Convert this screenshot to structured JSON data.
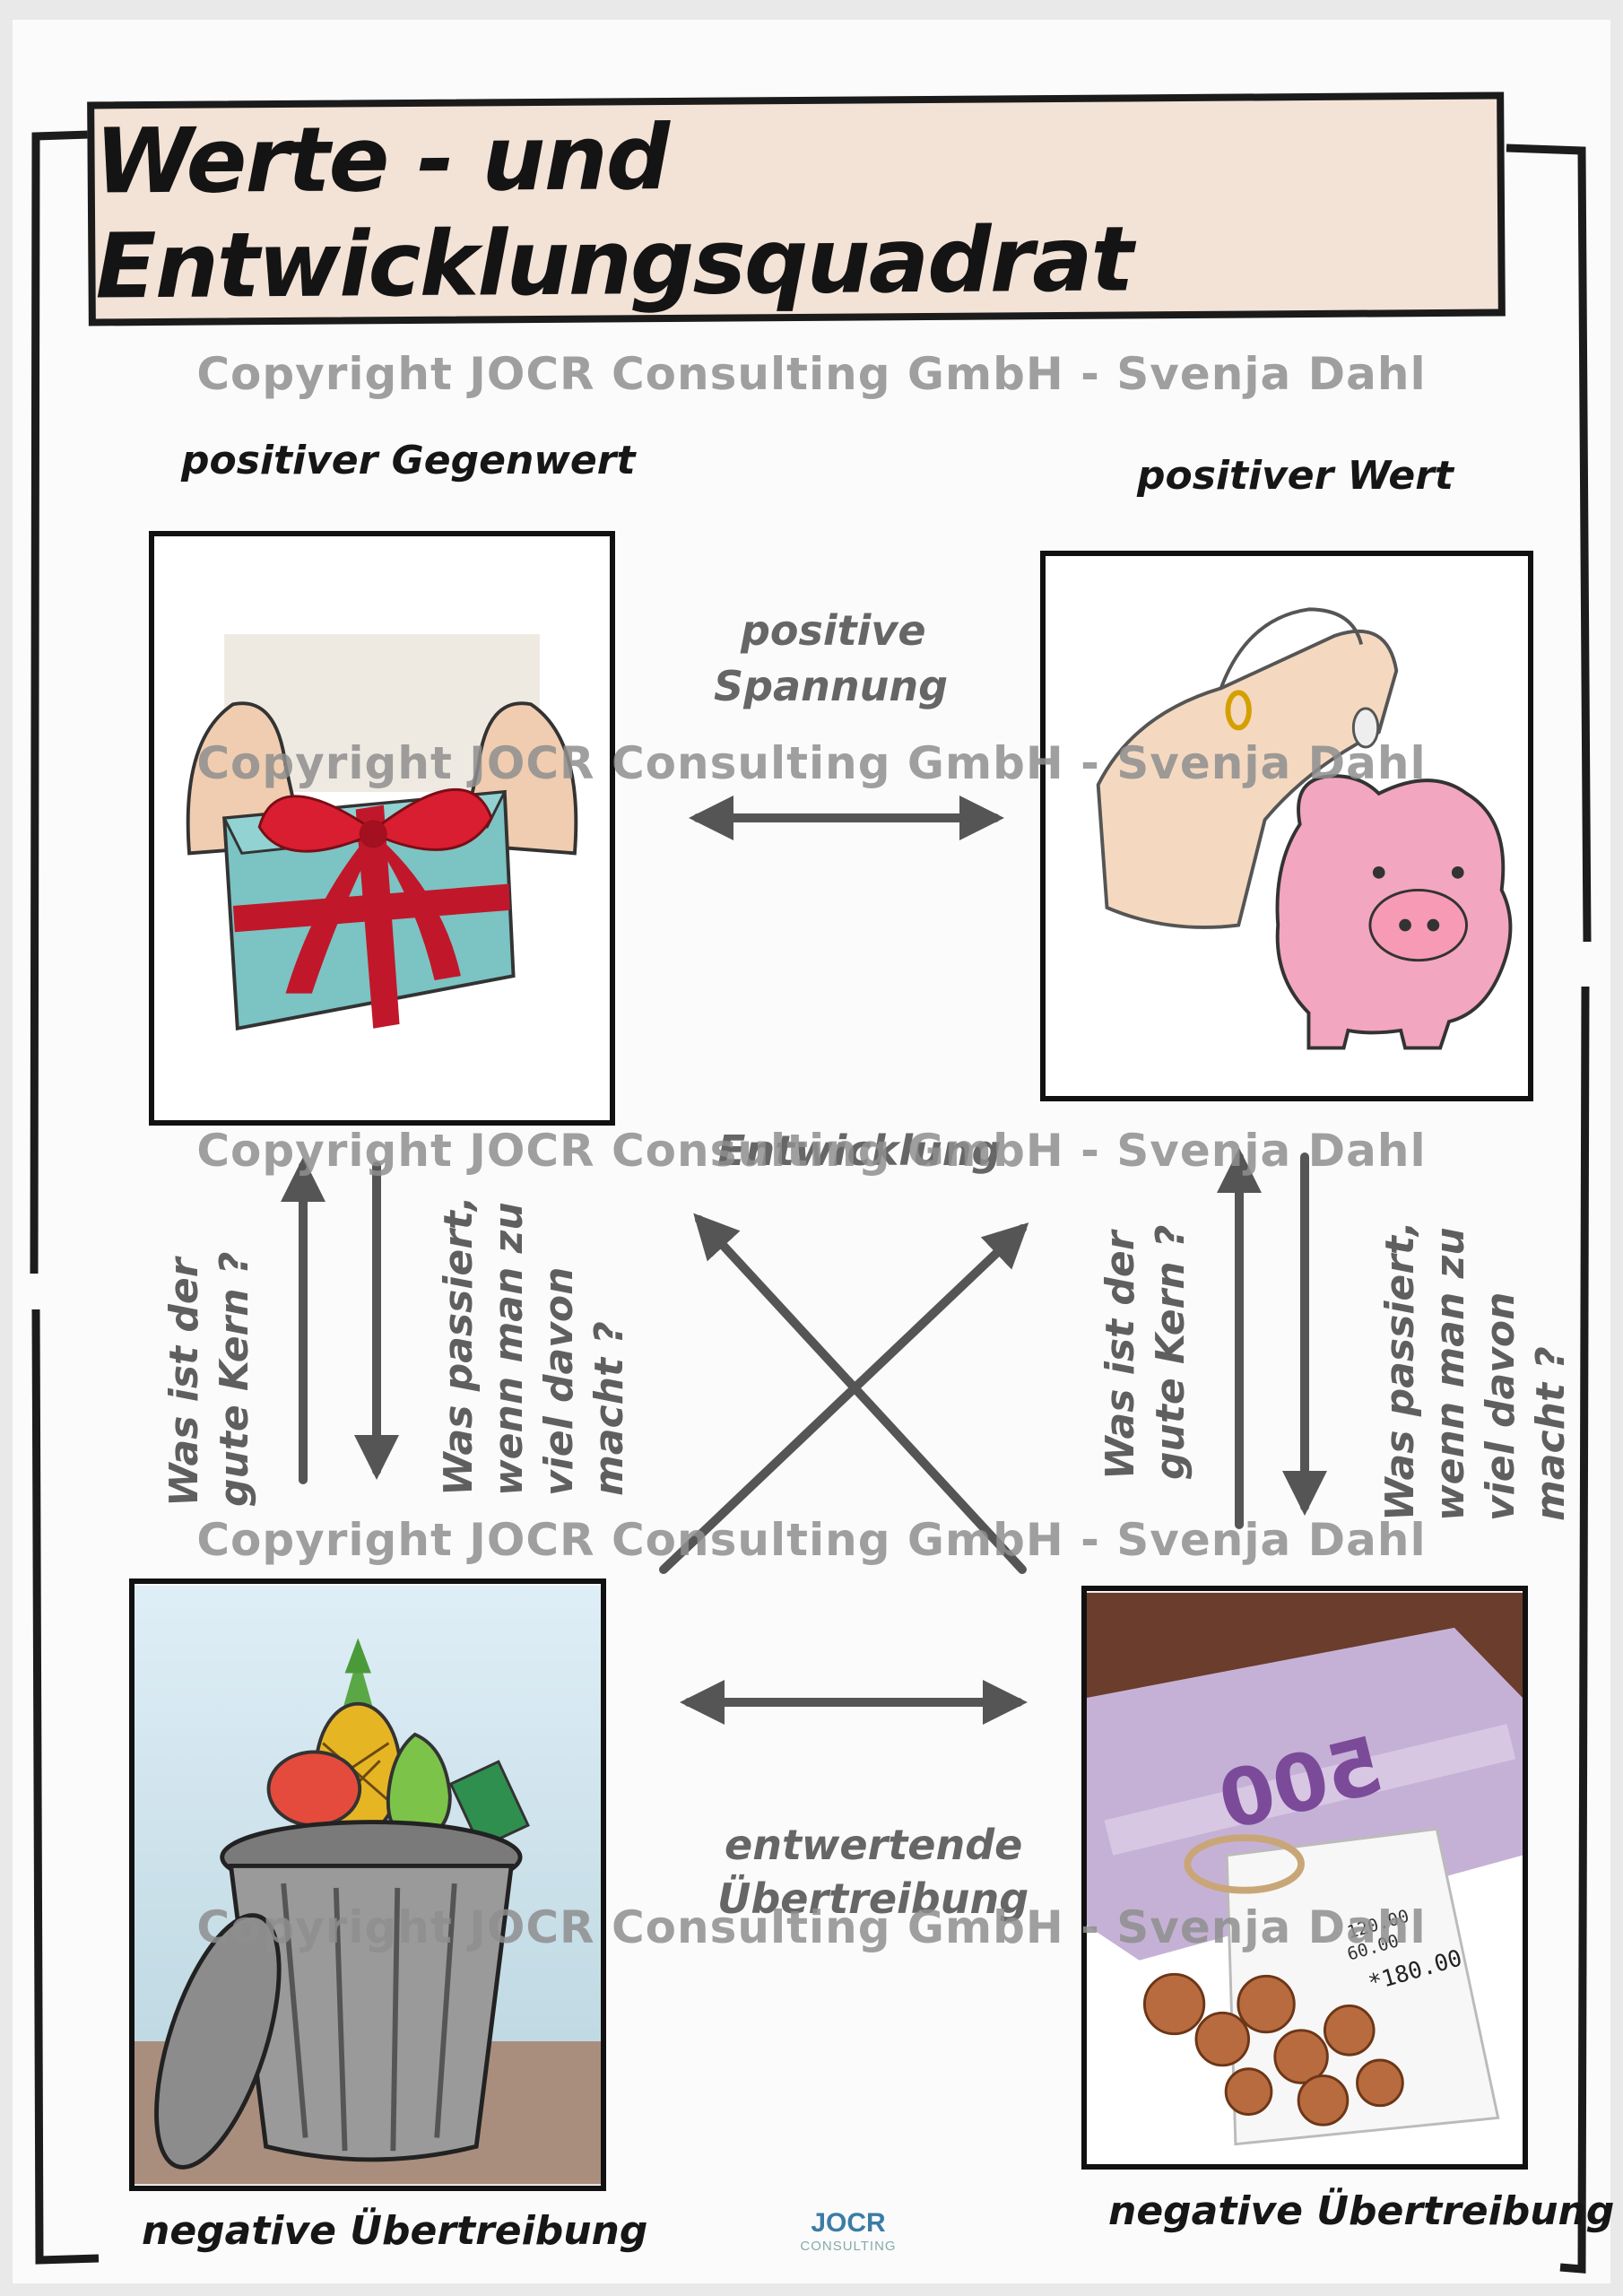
{
  "title": "Werte - und Entwicklungsquadrat",
  "watermark": "Copyright JOCR Consulting GmbH - Svenja Dahl",
  "corners": {
    "top_left": "positiver Gegenwert",
    "top_right": "positiver Wert",
    "bottom_left": "negative Übertreibung",
    "bottom_right": "negative Übertreibung"
  },
  "center_labels": {
    "top_line1": "positive",
    "top_line2": "Spannung",
    "middle": "Entwicklung",
    "bottom_line1": "entwertende",
    "bottom_line2": "Übertreibung"
  },
  "side_questions": {
    "kern_line1": "Was ist der",
    "kern_line2": "gute Kern ?",
    "zuviel_line1": "Was passiert,",
    "zuviel_line2": "wenn man zu",
    "zuviel_line3": "viel davon",
    "zuviel_line4": "macht ?"
  },
  "images": {
    "top_left": "gift-box-hands",
    "top_right": "piggy-bank-coin",
    "bottom_left": "trash-can-food",
    "bottom_right": "money-coins-receipt"
  },
  "receipt": {
    "line1": "120.00",
    "line2": "60.00",
    "total": "*180.00"
  },
  "banknote": "500",
  "logo": {
    "main": "JOCR",
    "sub": "CONSULTING"
  },
  "colors": {
    "title_bg": "#f3e2d6",
    "arrow": "#555555",
    "question_text": "#5f5f5f"
  }
}
